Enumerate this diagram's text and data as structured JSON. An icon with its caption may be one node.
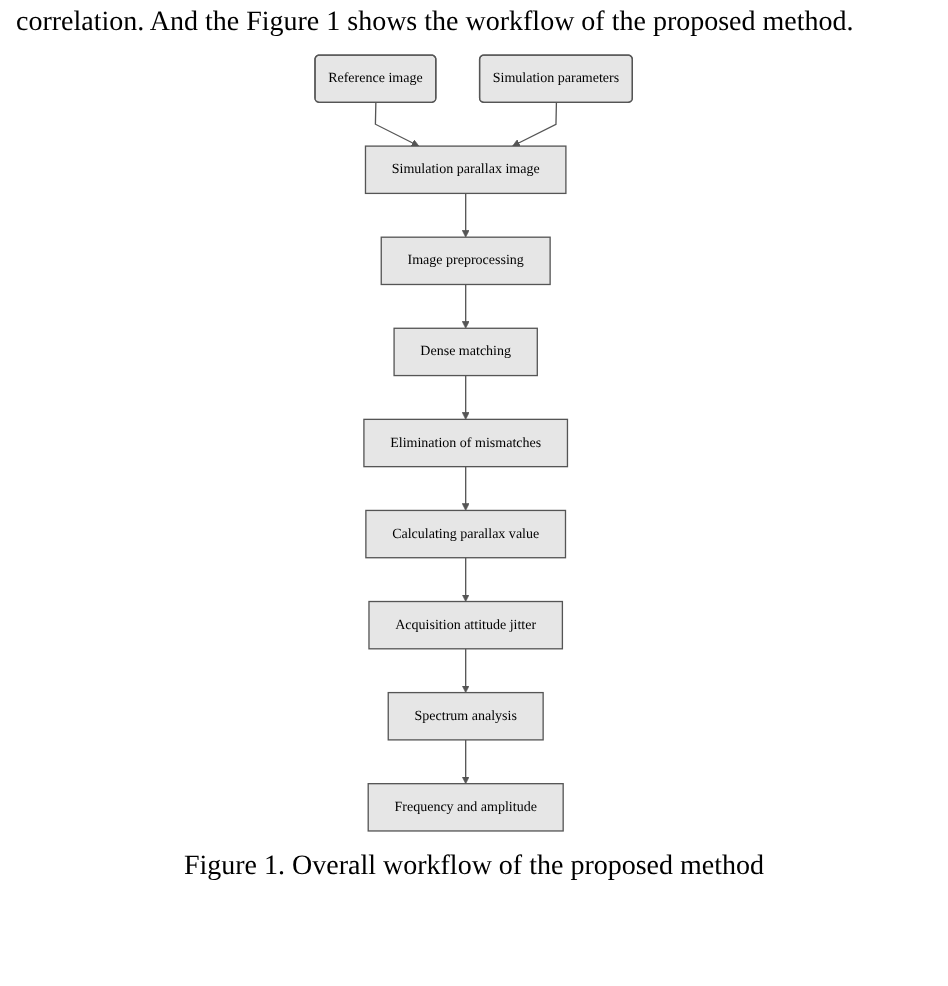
{
  "diagram": {
    "caption": "Figure 1. Overall workflow of the proposed method",
    "nodes": [
      {
        "text": [
          "Reference image"
        ]
      },
      {
        "text": [
          "Simulation parameters"
        ]
      },
      {
        "text": [
          "Simulation parallax image"
        ]
      },
      {
        "text": [
          "Image preprocessing"
        ]
      },
      {
        "text": [
          "Dense matching"
        ]
      },
      {
        "text": [
          "Elimination of mismatches"
        ]
      },
      {
        "text": [
          "Calculating parallax value"
        ]
      },
      {
        "text": [
          "Acquisition attitude jitter"
        ]
      },
      {
        "text": [
          "Spectrum analysis"
        ]
      },
      {
        "text": [
          "Frequency and amplitude"
        ]
      }
    ],
    "edges": [
      {
        "from": 0,
        "to": 2,
        "arrow": "to"
      },
      {
        "from": 1,
        "to": 2,
        "arrow": "to"
      },
      {
        "from": 2,
        "to": 3,
        "arrow": "to"
      },
      {
        "from": 3,
        "to": 4,
        "arrow": "to"
      },
      {
        "from": 4,
        "to": 5,
        "arrow": "to"
      },
      {
        "from": 5,
        "to": 6,
        "arrow": "to"
      },
      {
        "from": 6,
        "to": 7,
        "arrow": "to"
      },
      {
        "from": 7,
        "to": 8,
        "arrow": "to"
      },
      {
        "from": 8,
        "to": 9,
        "arrow": "to"
      }
    ],
    "labels": [
      "correlation. And the Figure 1 shows the workflow of the proposed method."
    ]
  }
}
